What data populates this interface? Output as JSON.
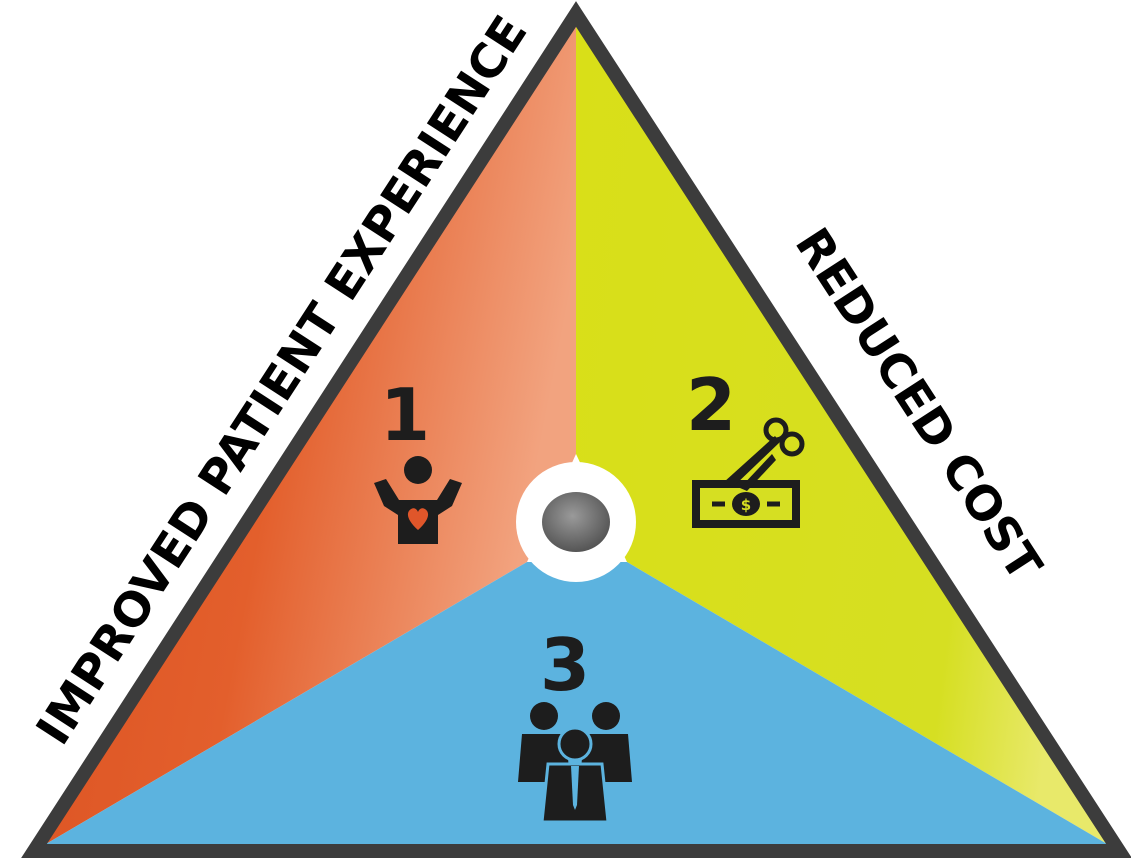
{
  "left_side_label": "IMPROVED PATIENT EXPERIENCE",
  "right_side_label": "REDUCED COST",
  "segments": [
    {
      "number": "1",
      "icon": "person-heart-icon",
      "color": "#e0562a"
    },
    {
      "number": "2",
      "icon": "cut-cost-icon",
      "color": "#d6df22"
    },
    {
      "number": "3",
      "icon": "people-group-icon",
      "color": "#5cb3df"
    }
  ],
  "colors": {
    "border": "#3c3c3c",
    "icon": "#1d1d1d",
    "center_outer": "#ffffff",
    "center_inner": "#7a7a7a"
  }
}
